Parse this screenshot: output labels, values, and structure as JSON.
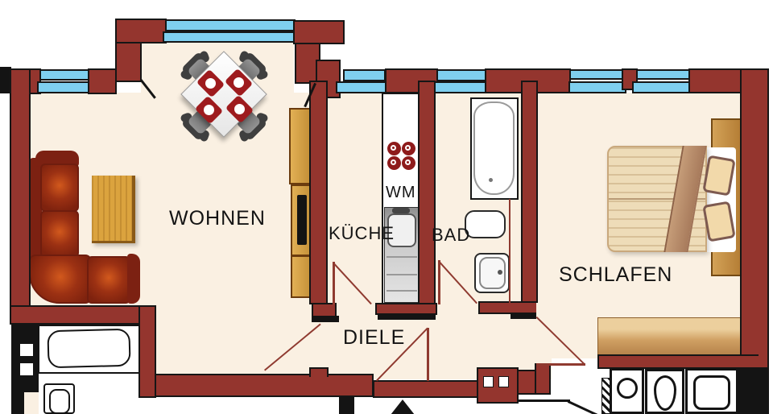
{
  "plan": {
    "title": "apartment-floor-plan",
    "rooms": [
      {
        "id": "wohnen",
        "label": "WOHNEN"
      },
      {
        "id": "kueche",
        "label": "KÜCHE"
      },
      {
        "id": "bad",
        "label": "BAD"
      },
      {
        "id": "schlafen",
        "label": "SCHLAFEN"
      },
      {
        "id": "diele",
        "label": "DIELE"
      }
    ],
    "appliances": {
      "washing_machine_label": "WM"
    },
    "colors": {
      "wall": "#94352e",
      "floor": "#faf0e2",
      "window": "#7fcfef",
      "outline": "#141414",
      "door_line": "#8f3a30",
      "wood": "#d7a344",
      "couch": "#8c2710",
      "placemat": "#9e1b1e"
    }
  }
}
